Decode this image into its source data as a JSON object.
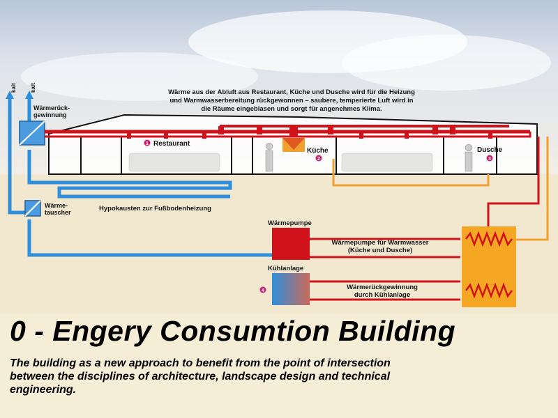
{
  "diagram": {
    "kalt_1": "kalt",
    "kalt_2": "kalt",
    "heat_recovery_label_1": "Wärmerück-",
    "heat_recovery_label_2": "gewinnung",
    "heat_exchanger_label_1": "Wärme-",
    "heat_exchanger_label_2": "tauscher",
    "description": [
      "Wärme aus der Abluft aus Restaurant, Küche und Dusche wird für die Heizung",
      "und Warmwasserbereitung rückgewonnen – saubere, temperierte Luft wird in",
      "die Räume eingeblasen und sorgt für angenehmes Klima."
    ],
    "rooms": [
      {
        "num": "1",
        "label": "Restaurant"
      },
      {
        "num": "2",
        "label": "Küche"
      },
      {
        "num": "3",
        "label": "Dusche"
      }
    ],
    "hypocaust_label": "Hypokausten zur Fußbodenheizung",
    "heat_pump_label": "Wärmepumpe",
    "heat_pump_desc_1": "Wärmepumpe für Warmwasser",
    "heat_pump_desc_2": "(Küche und Dusche)",
    "cooling_label": "Kühlanlage",
    "cooling_num": "4",
    "cooling_desc_1": "Wärmerückgewinnung",
    "cooling_desc_2": "durch Kühlanlage",
    "colors": {
      "hot": "#d0121b",
      "cold": "#2f8fdc",
      "warm": "#f0a030",
      "marker": "#cc1f6e",
      "tank": "#f5a623"
    }
  },
  "caption": {
    "title": "0 - Engery Consumtion Building",
    "text": "The building as a new approach to benefit from the point of intersection between the disciplines of architecture, landscape design and technical engineering."
  }
}
